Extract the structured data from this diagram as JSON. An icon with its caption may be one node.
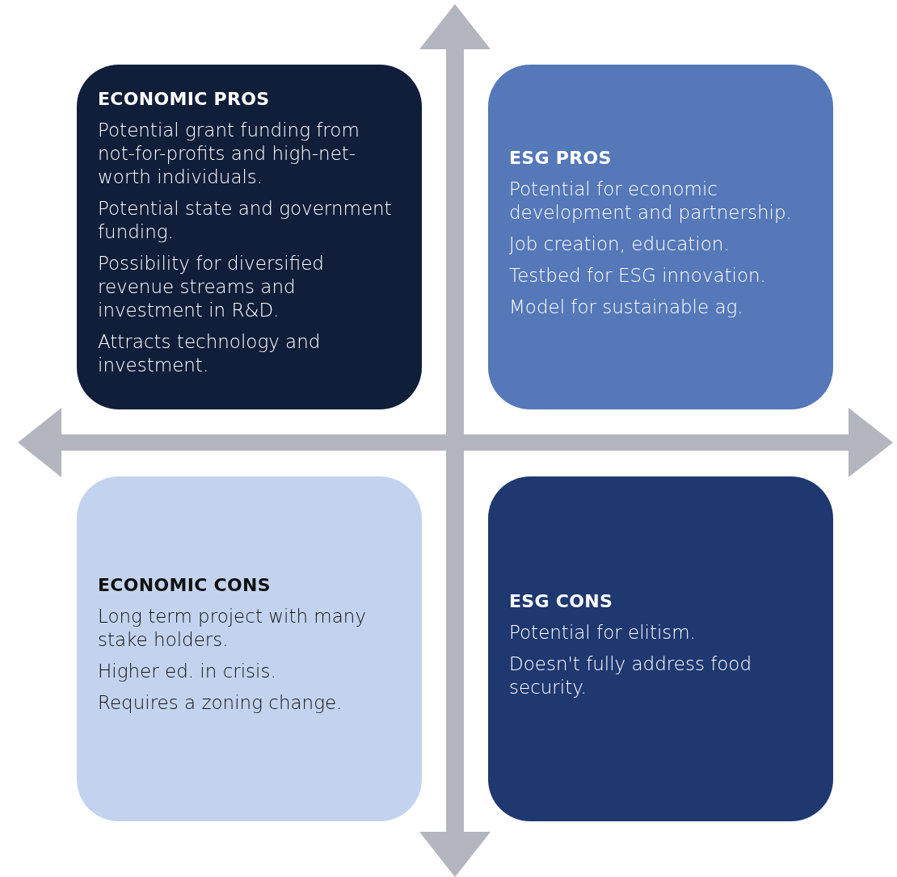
{
  "diagram": {
    "nodes": [
      {
        "text": [
          "ECONOMIC PROS",
          "Potential grant funding from not-for-profits and high-net-worth individuals.",
          "Potential state and government funding.",
          "Possibility for diversified revenue streams and investment in R&D.",
          "Attracts technology and investment."
        ]
      },
      {
        "text": [
          "ESG PROS",
          "Potential for economic development and partnership.",
          "Job creation, education.",
          "Testbed for ESG innovation.",
          "Model for sustainable ag."
        ]
      },
      {
        "text": [
          "ECONOMIC CONS",
          "Long term project with many stake holders.",
          "Higher ed. in crisis.",
          "Requires a zoning change."
        ]
      },
      {
        "text": [
          "ESG CONS",
          "Potential for elitism.",
          "Doesn't fully address food security."
        ]
      }
    ]
  }
}
